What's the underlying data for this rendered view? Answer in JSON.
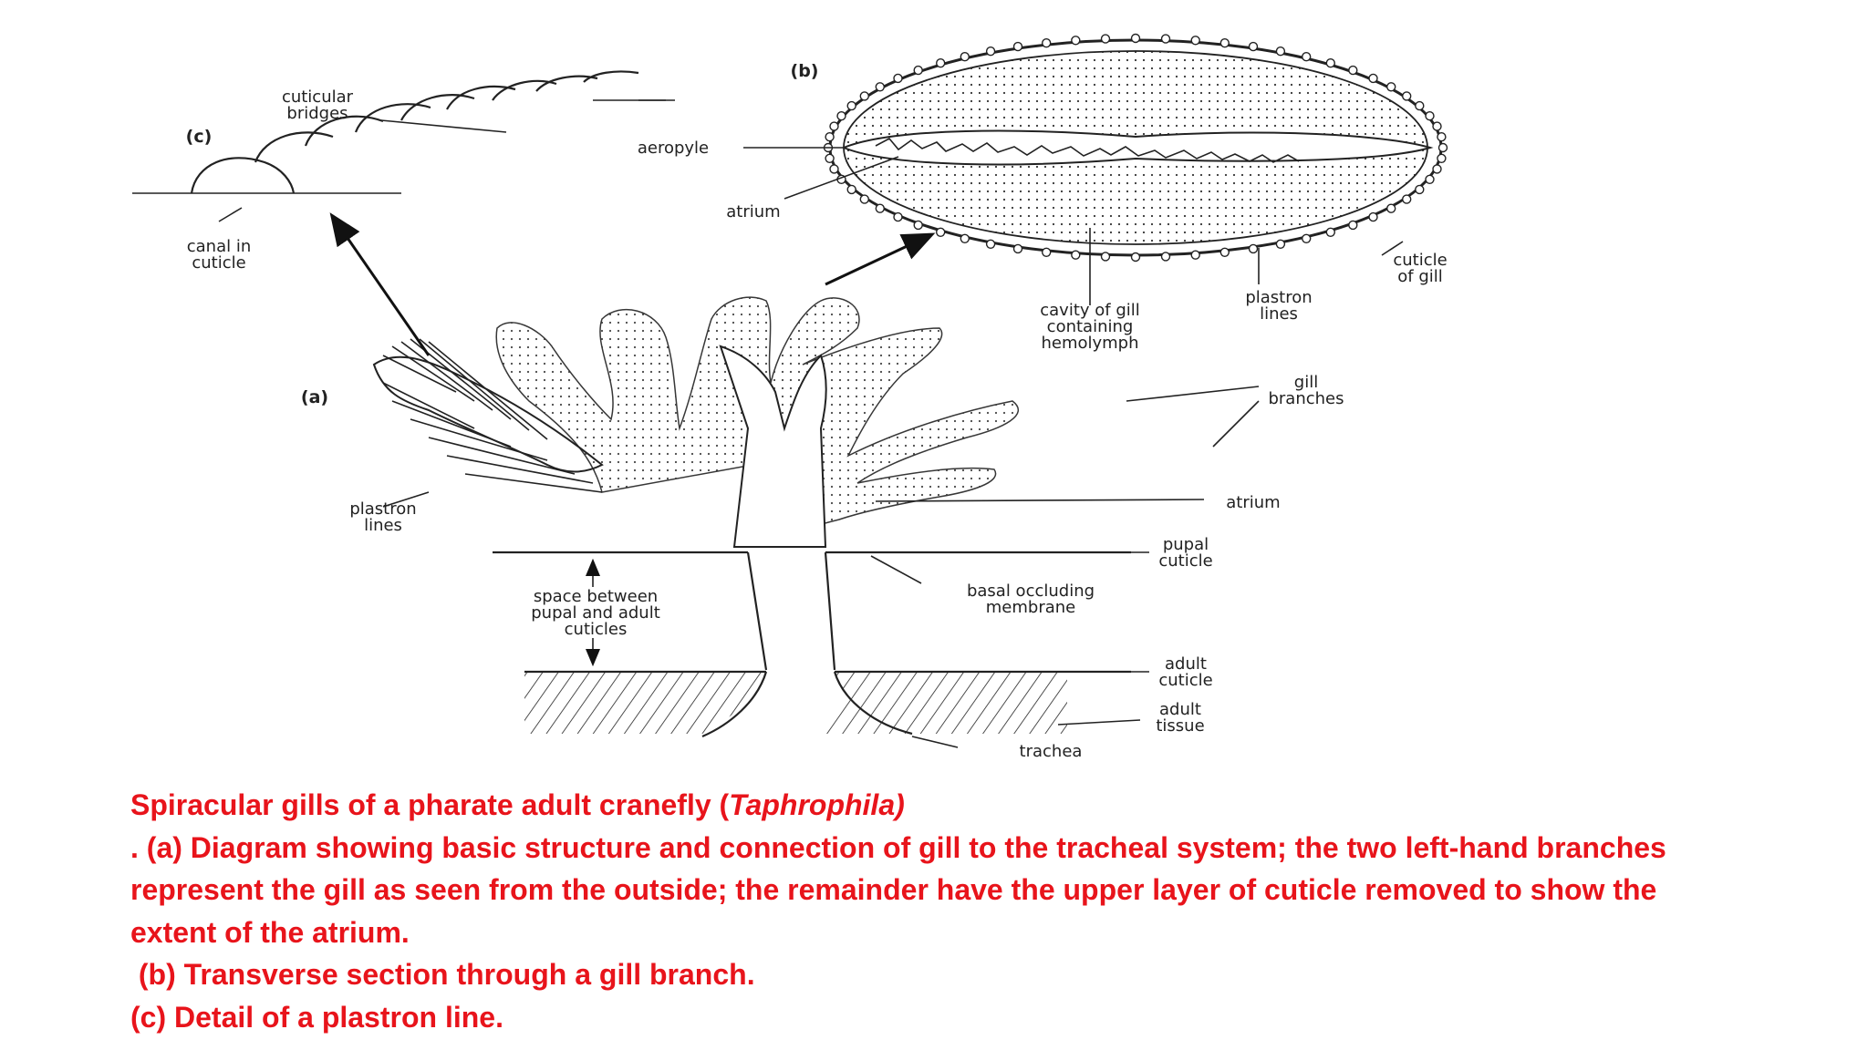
{
  "diagram": {
    "panels": {
      "a": "(a)",
      "b": "(b)",
      "c": "(c)"
    },
    "labels": {
      "cuticular_bridges": [
        "cuticular",
        "bridges"
      ],
      "canal_in_cuticle": [
        "canal in",
        "cuticle"
      ],
      "aeropyle": [
        "aeropyle"
      ],
      "atrium_b": [
        "atrium"
      ],
      "cuticle_of_gill": [
        "cuticle",
        "of gill"
      ],
      "plastron_lines_b": [
        "plastron",
        "lines"
      ],
      "cavity_of_gill": [
        "cavity of gill",
        "containing",
        "hemolymph"
      ],
      "gill_branches": [
        "gill",
        "branches"
      ],
      "atrium_a": [
        "atrium"
      ],
      "plastron_lines_a": [
        "plastron",
        "lines"
      ],
      "pupal_cuticle": [
        "pupal",
        "cuticle"
      ],
      "space_between": [
        "space between",
        "pupal and adult",
        "cuticles"
      ],
      "basal_occluding": [
        "basal occluding",
        "membrane"
      ],
      "adult_cuticle": [
        "adult",
        "cuticle"
      ],
      "adult_tissue": [
        "adult",
        "tissue"
      ],
      "trachea": [
        "trachea"
      ]
    }
  },
  "caption": {
    "line1_pre": "Spiracular gills of a pharate adult cranefly (",
    "line1_italic": "Taphrophila)",
    "line2": ". (a) Diagram showing basic structure and connection of gill to the tracheal system; the two left-hand branches",
    "line3": "represent the gill as seen from the outside; the remainder have the upper layer of cuticle removed to show the",
    "line4": "extent of the atrium.",
    "line5": " (b) Transverse section through a gill branch.",
    "line6": "(c) Detail of a plastron line."
  },
  "colors": {
    "caption": "#e8141b",
    "ink": "#222222"
  }
}
